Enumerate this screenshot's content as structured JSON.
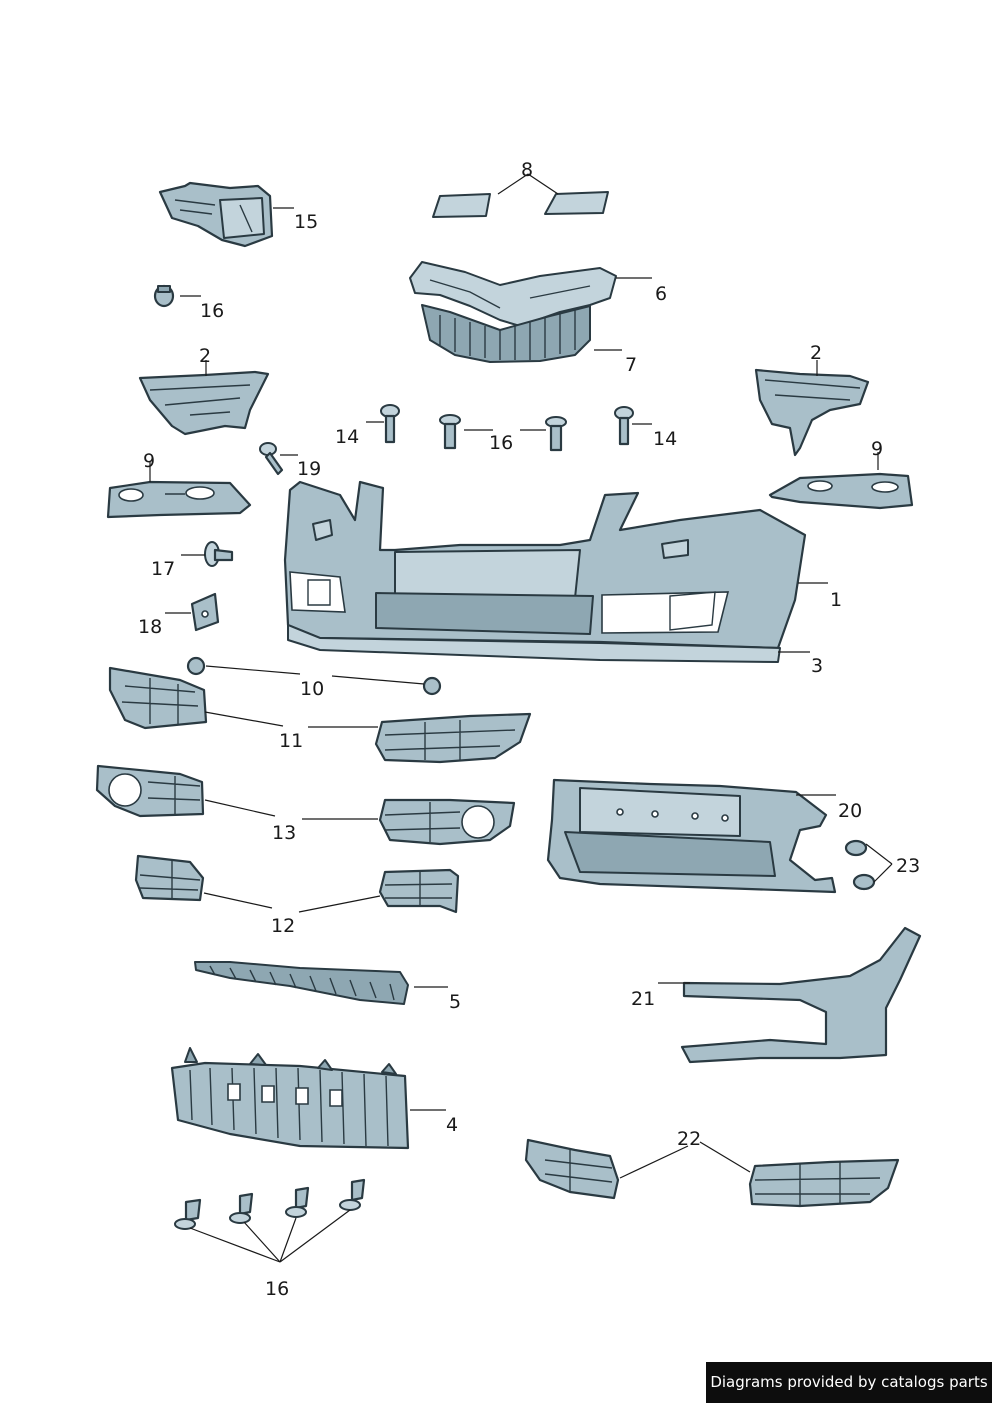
{
  "labels": {
    "p1": "1",
    "p2a": "2",
    "p2b": "2",
    "p3": "3",
    "p4": "4",
    "p5": "5",
    "p6": "6",
    "p7": "7",
    "p8": "8",
    "p9a": "9",
    "p9b": "9",
    "p10": "10",
    "p11": "11",
    "p12": "12",
    "p13": "13",
    "p14a": "14",
    "p14b": "14",
    "p15": "15",
    "p16a": "16",
    "p16b": "16",
    "p16c": "16",
    "p17": "17",
    "p18": "18",
    "p19": "19",
    "p20": "20",
    "p21": "21",
    "p22": "22",
    "p23": "23"
  },
  "footer": {
    "credit": "Diagrams provided by catalogs parts"
  },
  "colors": {
    "part_fill": "#a9bfc9",
    "outline": "#2a3a42",
    "credit_background": "#0d0d0d"
  }
}
